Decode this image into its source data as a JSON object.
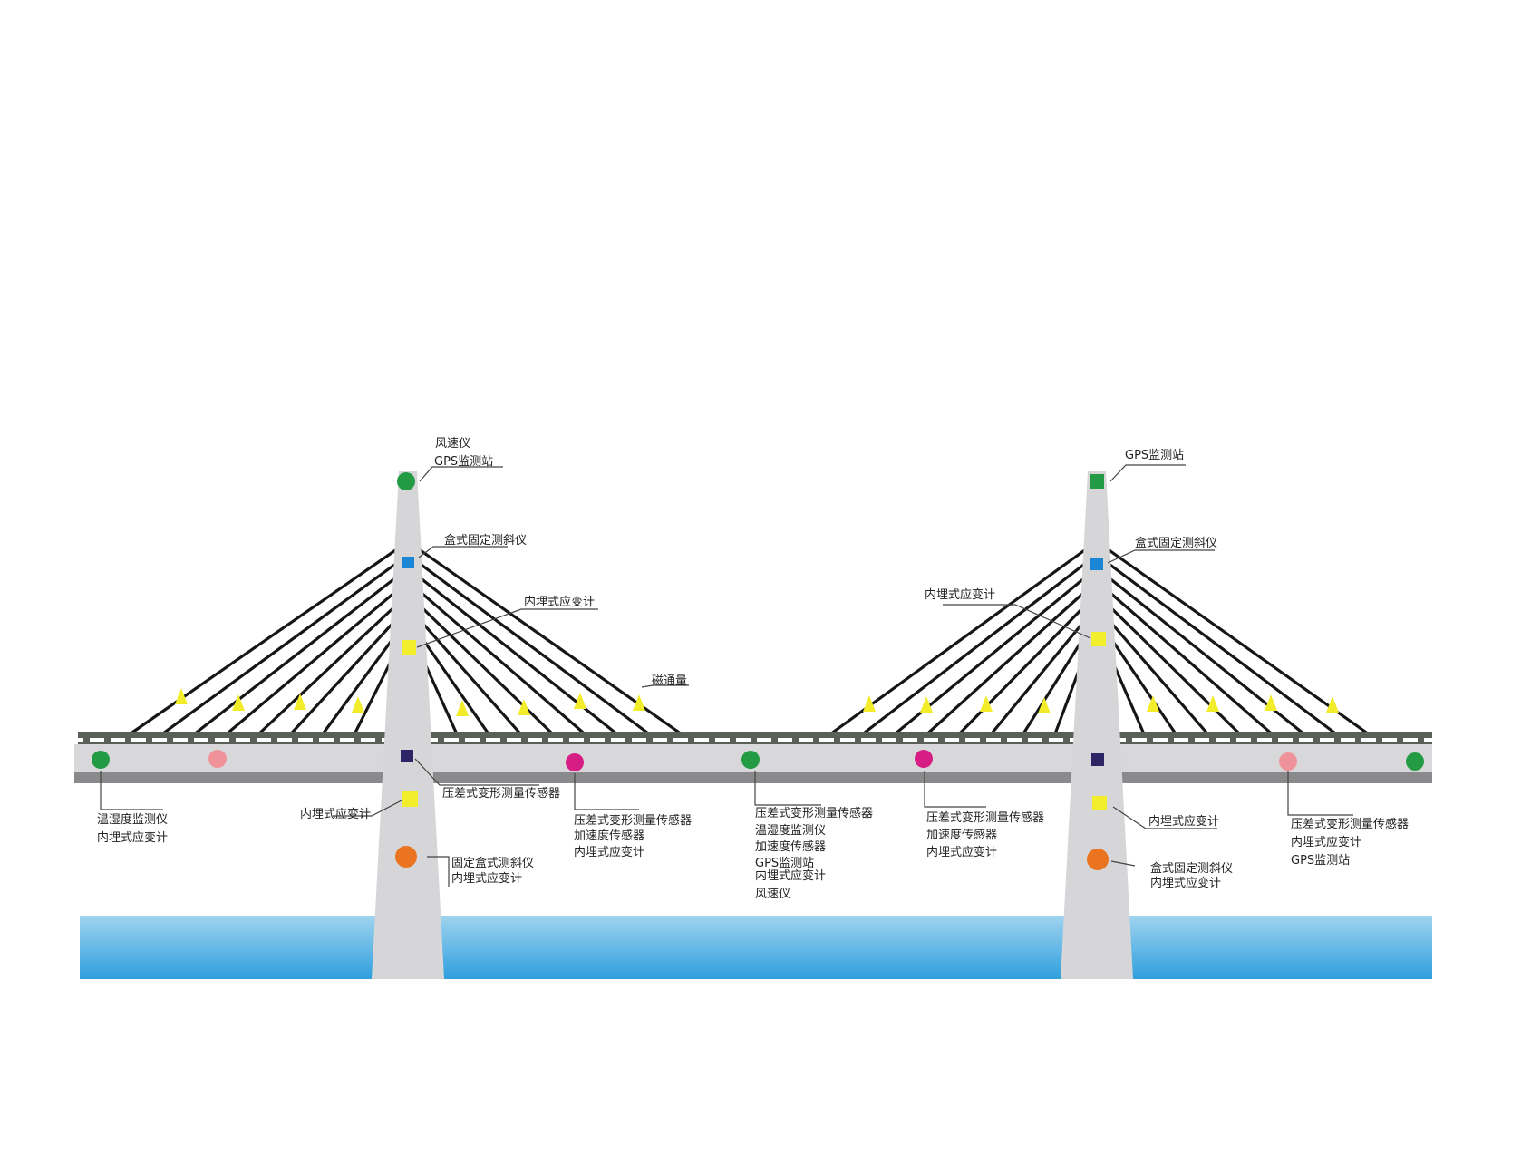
{
  "colors": {
    "tower": "#d6d6d8",
    "deck": "#d8d8da",
    "deck_shadow": "#8a8a8c",
    "rail": "#5a5f58",
    "cable": "#161616",
    "water_top": "#9fd4ef",
    "water_bottom": "#2f9fdd",
    "green": "#239a44",
    "blue": "#1b86d6",
    "yellow": "#f3ee2c",
    "navy": "#2e2566",
    "pink": "#f0929a",
    "magenta": "#d61d84",
    "orange": "#ea7420",
    "triangle": "#f2ec2a",
    "leader": "#444444"
  },
  "markers": {
    "left_tower_top": "green-circle-icon",
    "right_tower_top": "green-square-icon",
    "inclinometer": "blue-square-icon",
    "strain_gauge": "yellow-square-icon",
    "pressure_sensor": "navy-square-icon",
    "tilt_meter": "orange-circle-icon",
    "cable_sensor": "yellow-triangle-icon"
  },
  "labels": {
    "l_top_1": "风速仪",
    "l_top_2": "GPS监测站",
    "l_incl": "盒式固定测斜仪",
    "l_strain": "内埋式应变计",
    "magnetic": "磁通量",
    "l_pressure": "压差式变形测量传感器",
    "l_deck_strain": "内埋式应变计",
    "l_base_1": "固定盒式测斜仪",
    "l_base_2": "内埋式应变计",
    "left_end_1": "温湿度监测仪",
    "left_end_2": "内埋式应变计",
    "span1_1": "压差式变形测量传感器",
    "span1_2": "加速度传感器",
    "span1_3": "内埋式应变计",
    "mid_1": "压差式变形测量传感器",
    "mid_2": "温湿度监测仪",
    "mid_3": "加速度传感器",
    "mid_4": "GPS监测站",
    "mid_5": "内埋式应变计",
    "mid_6": "风速仪",
    "span2_1": "压差式变形测量传感器",
    "span2_2": "加速度传感器",
    "span2_3": "内埋式应变计",
    "r_top": "GPS监测站",
    "r_incl": "盒式固定测斜仪",
    "r_strain": "内埋式应变计",
    "r_deck_strain": "内埋式应变计",
    "r_base_1": "盒式固定测斜仪",
    "r_base_2": "内埋式应变计",
    "right_end_1": "压差式变形测量传感器",
    "right_end_2": "内埋式应变计",
    "right_end_3": "GPS监测站"
  }
}
